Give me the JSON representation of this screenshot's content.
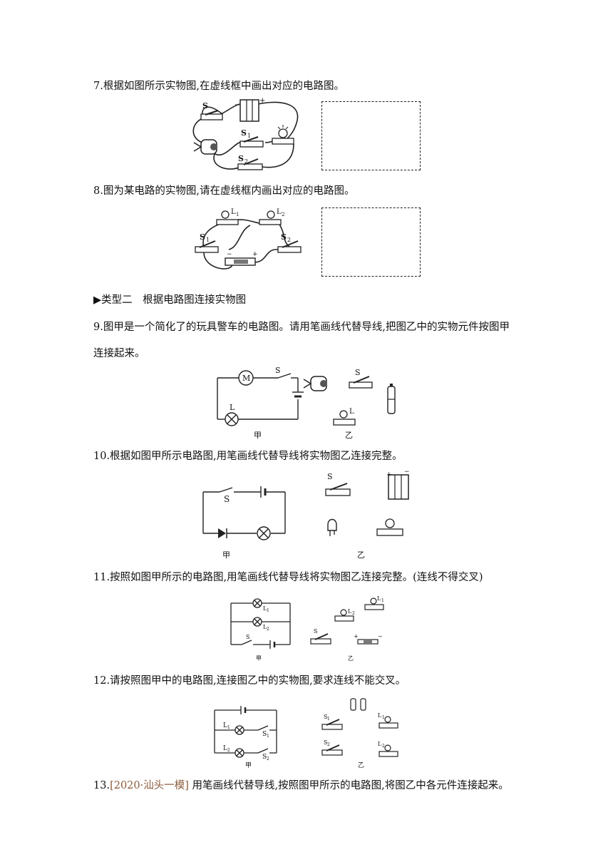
{
  "questions": {
    "q7": "7.根据如图所示实物图,在虚线框中画出对应的电路图。",
    "q8": "8.图为某电路的实物图,请在虚线框内画出对应的电路图。",
    "section": "▶类型二　根据电路图连接实物图",
    "q9_line1": "9.图甲是一个简化了的玩具警车的电路图。请用笔画线代替导线,把图乙中的实物元件按图甲",
    "q9_line2": "连接起来。",
    "q10": "10.根据如图甲所示电路图,用笔画线代替导线将实物图乙连接完整。",
    "q11": "11.按照如图甲所示的电路图,用笔画线代替导线将实物图乙连接完整。(连线不得交叉)",
    "q12": "12.请按照图甲中的电路图,连接图乙中的实物图,要求连线不能交叉。",
    "q13_num": "13.",
    "q13_source": "[2020·汕头一模]",
    "q13_text": " 用笔画线代替导线,按照图甲所示的电路图,将图乙中各元件连接起来。"
  },
  "figures": {
    "jia": "甲",
    "yi": "乙",
    "label_S": "S",
    "label_S1": "S",
    "label_S2": "S",
    "sub_1": "1",
    "sub_2": "2",
    "label_L": "L",
    "label_L1": "L",
    "label_L2": "L",
    "label_M": "M",
    "plus": "+",
    "minus": "−"
  }
}
